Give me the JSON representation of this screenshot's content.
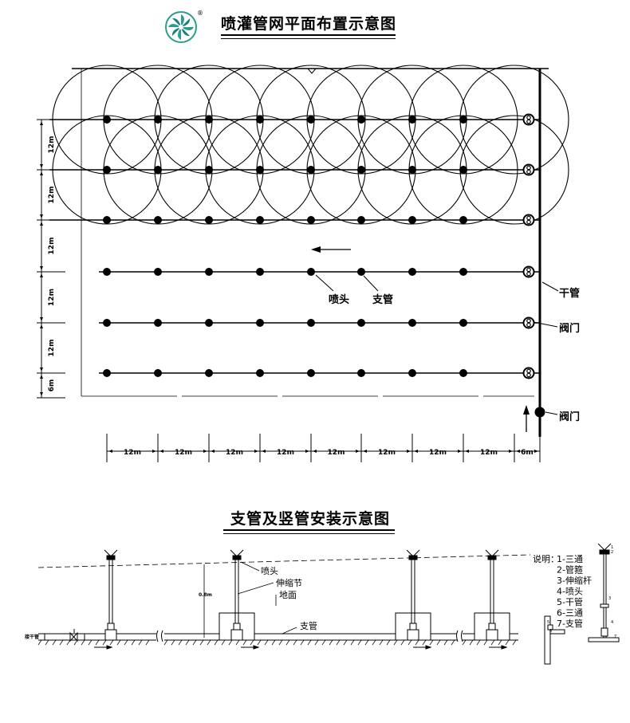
{
  "header": {
    "title": "喷灌管网平面布置示意图",
    "logo_icon": "pinwheel-logo-icon",
    "logo_mark": "®",
    "logo_color": "#2a9d8f"
  },
  "plan": {
    "labels": {
      "nozzle": "喷头",
      "branch_pipe": "支管",
      "main_pipe": "干管",
      "valve": "阀门",
      "valve_inlet": "阀门"
    },
    "bottom_spacings": [
      "12m",
      "12m",
      "12m",
      "12m",
      "12m",
      "12m",
      "12m",
      "12m",
      "6m"
    ],
    "left_spacings": [
      "12m",
      "12m",
      "12m",
      "12m",
      "12m",
      "6m"
    ],
    "flow_arrow": "arrow-left-icon"
  },
  "section": {
    "title": "支管及竖管安装示意图",
    "labels": {
      "nozzle": "喷头",
      "telescopic": "伸缩节",
      "ground": "地面",
      "branch": "支管",
      "main_left": "接干管",
      "height": "0.8m"
    },
    "legend_title": "说明：",
    "legend_items": [
      "1-三通",
      "2-管箍",
      "3-伸缩杆",
      "4-喷头",
      "5-干管",
      "6-三通",
      "7-支管"
    ],
    "detail_numbers": [
      "1",
      "2",
      "3",
      "4",
      "5",
      "6",
      "7"
    ]
  }
}
